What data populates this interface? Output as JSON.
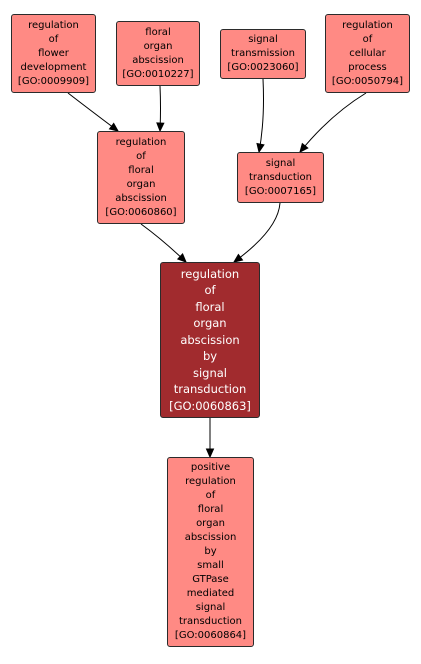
{
  "nodes": [
    {
      "id": "n1",
      "name": "node-go-0009909",
      "label": [
        "regulation",
        "of",
        "flower",
        "development"
      ],
      "go_id": "[GO:0009909]",
      "color": "#ff8a84"
    },
    {
      "id": "n2",
      "name": "node-go-0010227",
      "label": [
        "floral",
        "organ",
        "abscission"
      ],
      "go_id": "[GO:0010227]",
      "color": "#ff8a84"
    },
    {
      "id": "n3",
      "name": "node-go-0023060",
      "label": [
        "signal",
        "transmission"
      ],
      "go_id": "[GO:0023060]",
      "color": "#ff8a84"
    },
    {
      "id": "n4",
      "name": "node-go-0050794",
      "label": [
        "regulation",
        "of",
        "cellular",
        "process"
      ],
      "go_id": "[GO:0050794]",
      "color": "#ff8a84"
    },
    {
      "id": "n5",
      "name": "node-go-0060860",
      "label": [
        "regulation",
        "of",
        "floral",
        "organ",
        "abscission"
      ],
      "go_id": "[GO:0060860]",
      "color": "#ff8a84"
    },
    {
      "id": "n6",
      "name": "node-go-0007165",
      "label": [
        "signal",
        "transduction"
      ],
      "go_id": "[GO:0007165]",
      "color": "#ff8a84"
    },
    {
      "id": "n7",
      "name": "node-go-0060863",
      "label": [
        "regulation",
        "of",
        "floral",
        "organ",
        "abscission",
        "by",
        "signal",
        "transduction"
      ],
      "go_id": "[GO:0060863]",
      "color": "#a12b2e",
      "focus": true
    },
    {
      "id": "n8",
      "name": "node-go-0060864",
      "label": [
        "positive",
        "regulation",
        "of",
        "floral",
        "organ",
        "abscission",
        "by",
        "small",
        "GTPase",
        "mediated",
        "signal",
        "transduction"
      ],
      "go_id": "[GO:0060864]",
      "color": "#ff8a84"
    }
  ],
  "edges": [
    {
      "from": "n1",
      "to": "n5"
    },
    {
      "from": "n2",
      "to": "n5"
    },
    {
      "from": "n3",
      "to": "n6"
    },
    {
      "from": "n4",
      "to": "n6"
    },
    {
      "from": "n5",
      "to": "n7"
    },
    {
      "from": "n6",
      "to": "n7"
    },
    {
      "from": "n7",
      "to": "n8"
    }
  ]
}
